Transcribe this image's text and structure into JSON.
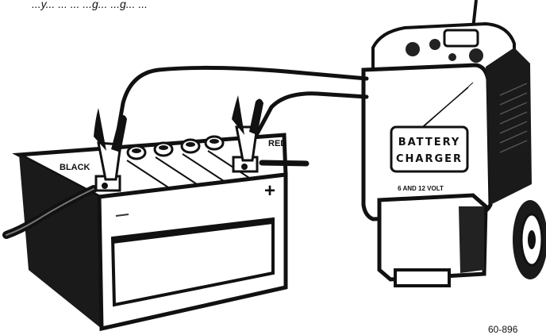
{
  "header_text": "...y... ... ... ...g... ...g... ...",
  "labels": {
    "black": "BLACK",
    "red": "RED",
    "plus": "+"
  },
  "charger": {
    "line1": "BATTERY",
    "line2": "CHARGER",
    "voltage": "6 AND 12 VOLT"
  },
  "figure_id": "60-896"
}
